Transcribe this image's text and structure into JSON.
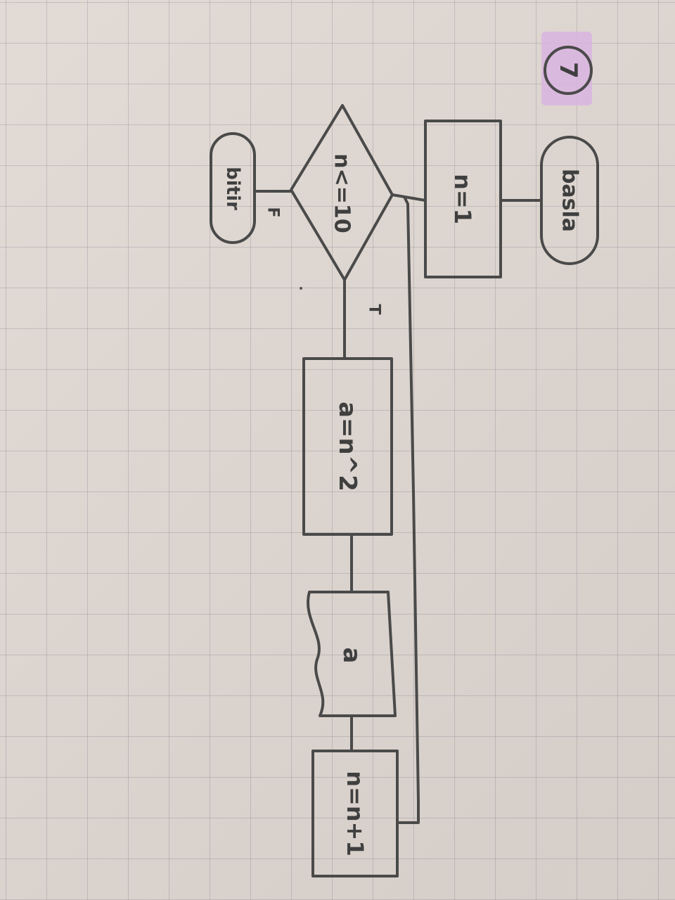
{
  "page_number": "7",
  "highlight_color": "#d9b4e0",
  "ink_color": "#4a4a4a",
  "flowchart": {
    "start": "basla",
    "init": "n=1",
    "condition": "n<=10",
    "true_label": "T",
    "false_label": "F",
    "process": "a=n^2",
    "output": "a",
    "increment": "n=n+1",
    "end": "bitir"
  }
}
